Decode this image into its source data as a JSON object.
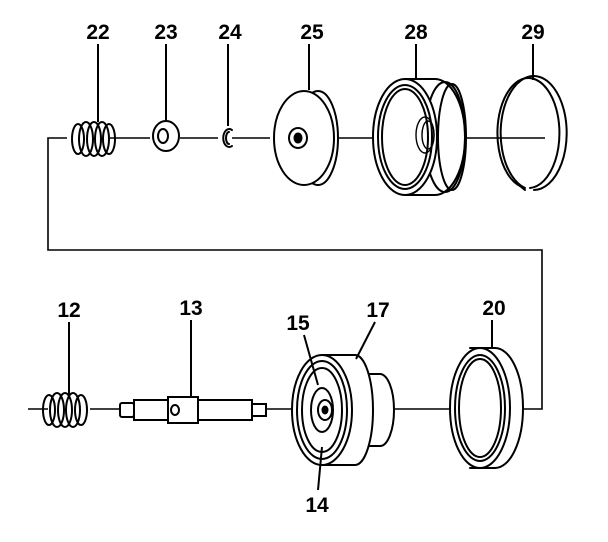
{
  "diagram": {
    "labels": {
      "n12": "12",
      "n13": "13",
      "n14": "14",
      "n15": "15",
      "n17": "17",
      "n20": "20",
      "n22": "22",
      "n23": "23",
      "n24": "24",
      "n25": "25",
      "n28": "28",
      "n29": "29"
    }
  }
}
